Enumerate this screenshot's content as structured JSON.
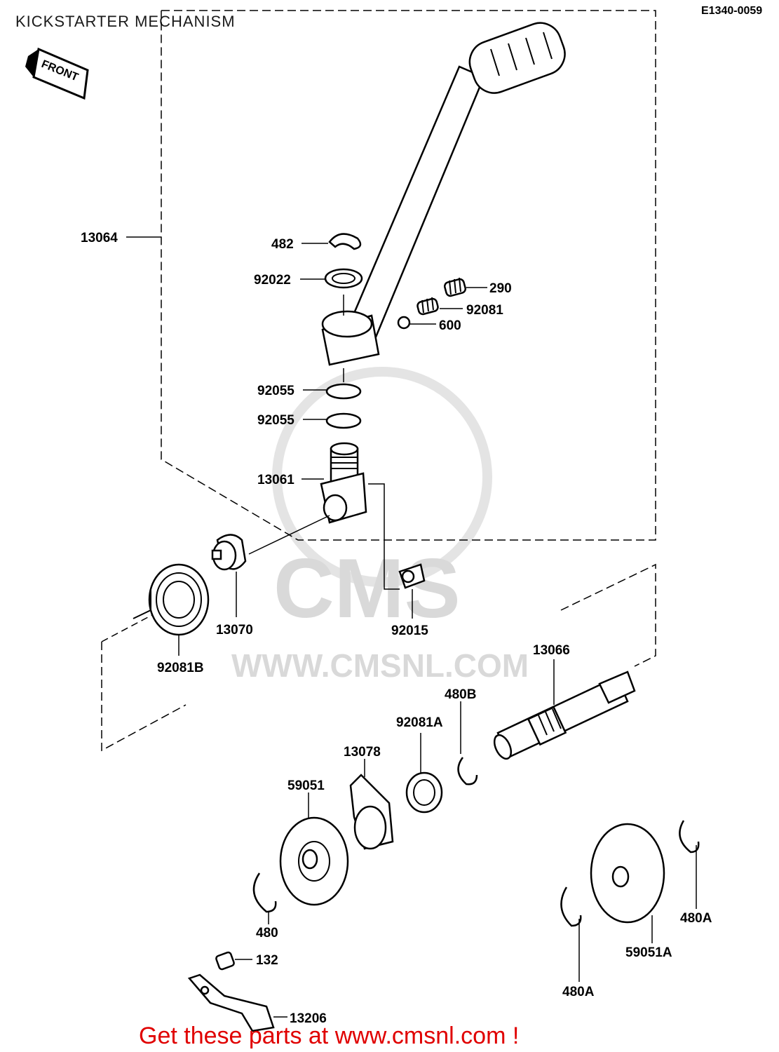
{
  "title": "KICKSTARTER MECHANISM",
  "diagram_code": "E1340-0059",
  "front_marker": "FRONT",
  "watermark": {
    "logo_text": "CMS",
    "url_text": "WWW.CMSNL.COM"
  },
  "footer": "Get these parts at www.cmsnl.com !",
  "callouts": {
    "p13064": "13064",
    "p482": "482",
    "p92022": "92022",
    "p290": "290",
    "p92081": "92081",
    "p600": "600",
    "p92055a": "92055",
    "p92055b": "92055",
    "p13061": "13061",
    "p13070": "13070",
    "p92081B": "92081B",
    "p92015": "92015",
    "p13066": "13066",
    "p480B": "480B",
    "p92081A": "92081A",
    "p13078": "13078",
    "p59051": "59051",
    "p480": "480",
    "p132": "132",
    "p13206": "13206",
    "p480A_right": "480A",
    "p59051A": "59051A",
    "p480A_bottom": "480A"
  }
}
